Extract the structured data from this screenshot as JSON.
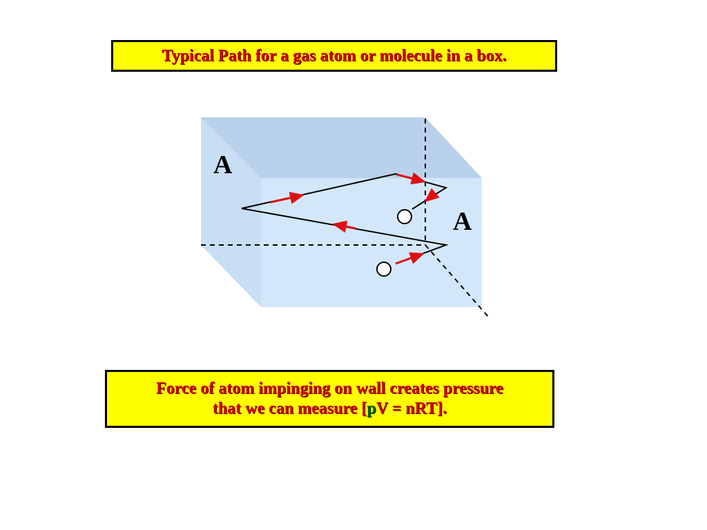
{
  "title": "Typical Path for a gas atom or molecule in a box.",
  "caption": {
    "line1": "Force of atom impinging on wall creates pressure",
    "line2_prefix": "that we can measure [",
    "line2_p": "p",
    "line2_suffix": "V = nRT]."
  },
  "labels": {
    "area_left": "A",
    "area_right": "A"
  },
  "colors": {
    "box_fill": "#cfe5fb",
    "box_top": "#b9d1ea",
    "arrow": "#e01010",
    "highlight": "#ffff00",
    "caption_text": "#cc0000"
  }
}
